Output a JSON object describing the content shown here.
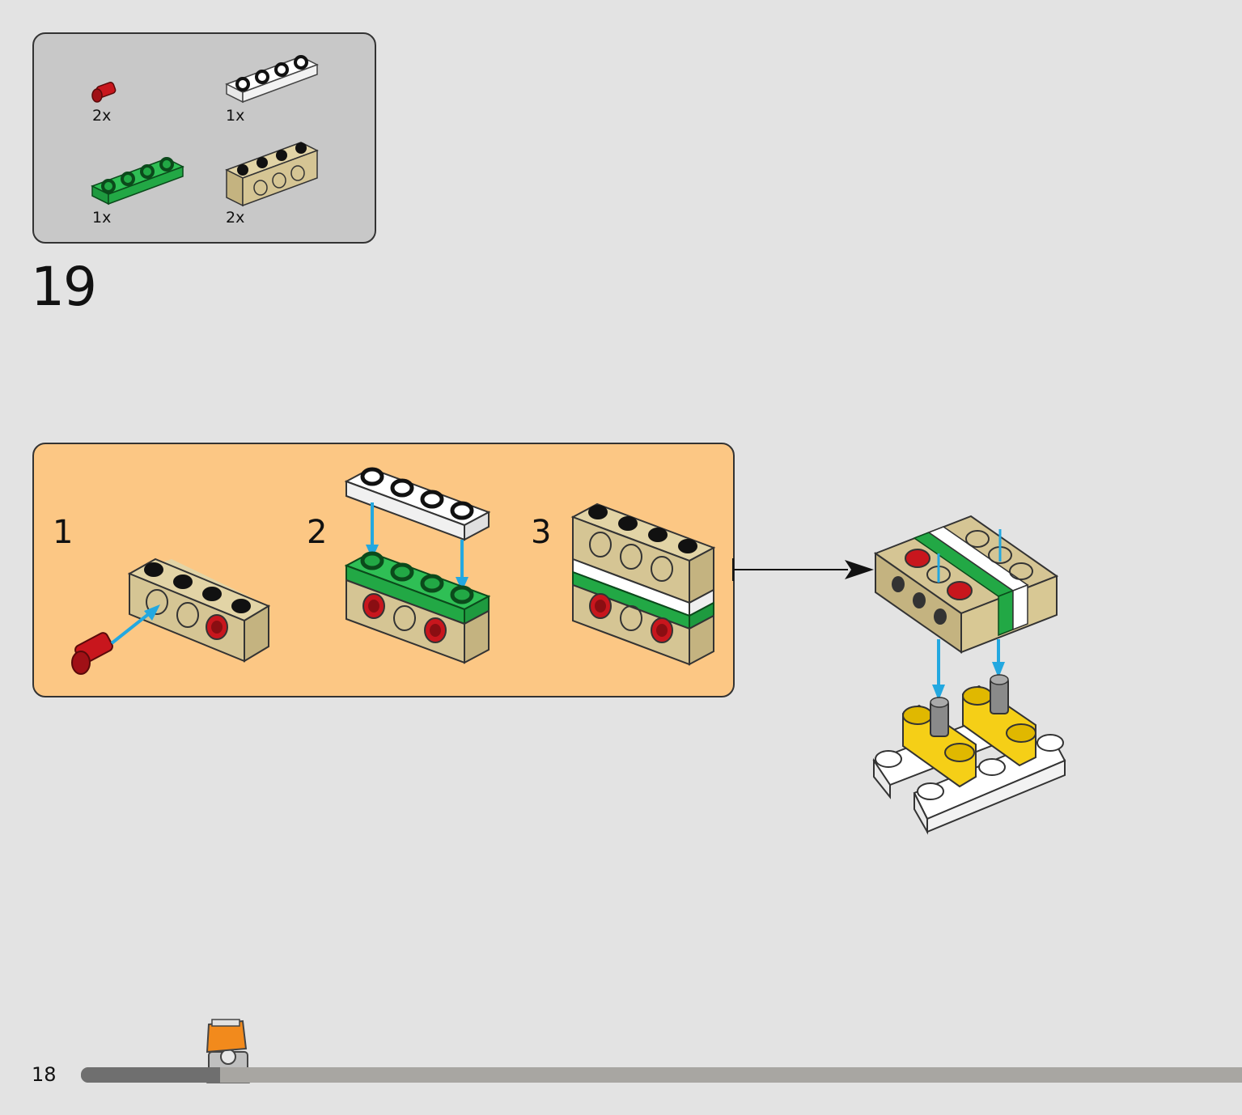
{
  "page": {
    "number": "18",
    "progress": 0.12
  },
  "step": {
    "number": "19"
  },
  "parts_list": [
    {
      "icon": "red-pin-icon",
      "qty": "2x",
      "color": "#c8161d"
    },
    {
      "icon": "white-plate-1x4-icon",
      "qty": "1x",
      "color": "#ffffff"
    },
    {
      "icon": "green-plate-1x4-icon",
      "qty": "1x",
      "color": "#22a845"
    },
    {
      "icon": "tan-technic-brick-1x4-icon",
      "qty": "2x",
      "color": "#d5c594"
    }
  ],
  "substeps": [
    {
      "label": "1"
    },
    {
      "label": "2"
    },
    {
      "label": "3"
    }
  ],
  "colors": {
    "tan": "#d5c594",
    "green": "#22a845",
    "red": "#c8161d",
    "white": "#ffffff",
    "yellow": "#f5cf17",
    "arrow_blue": "#23a8e0",
    "substep_bg": "#fcc784",
    "parts_bg": "#c8c8c8"
  }
}
